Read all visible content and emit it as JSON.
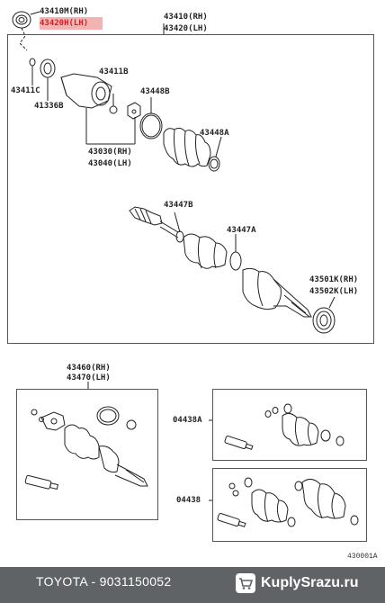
{
  "labels": {
    "p43410M": "43410M(RH)",
    "p43420H": "43420H(LH)",
    "p43410": "43410(RH)",
    "p43420": "43420(LH)",
    "p43411C": "43411C",
    "p41336B": "41336B",
    "p43411B": "43411B",
    "p43448B": "43448B",
    "p43448A": "43448A",
    "p43030": "43030(RH)",
    "p43040": "43040(LH)",
    "p43447B": "43447B",
    "p43447A": "43447A",
    "p43501K": "43501K(RH)",
    "p43502K": "43502K(LH)",
    "p43460": "43460(RH)",
    "p43470": "43470(LH)",
    "p04438A": "04438A",
    "p04438": "04438",
    "code": "430001A"
  },
  "footer": {
    "part_text": "TOYOTA - 9031150052",
    "brand": "KuplySrazu.ru"
  },
  "colors": {
    "highlight": "#f3b3b3",
    "highlight_text": "#d32020",
    "footer_bg": "#5f6366",
    "line": "#222222"
  },
  "icons": {
    "brand": "cart-icon"
  }
}
